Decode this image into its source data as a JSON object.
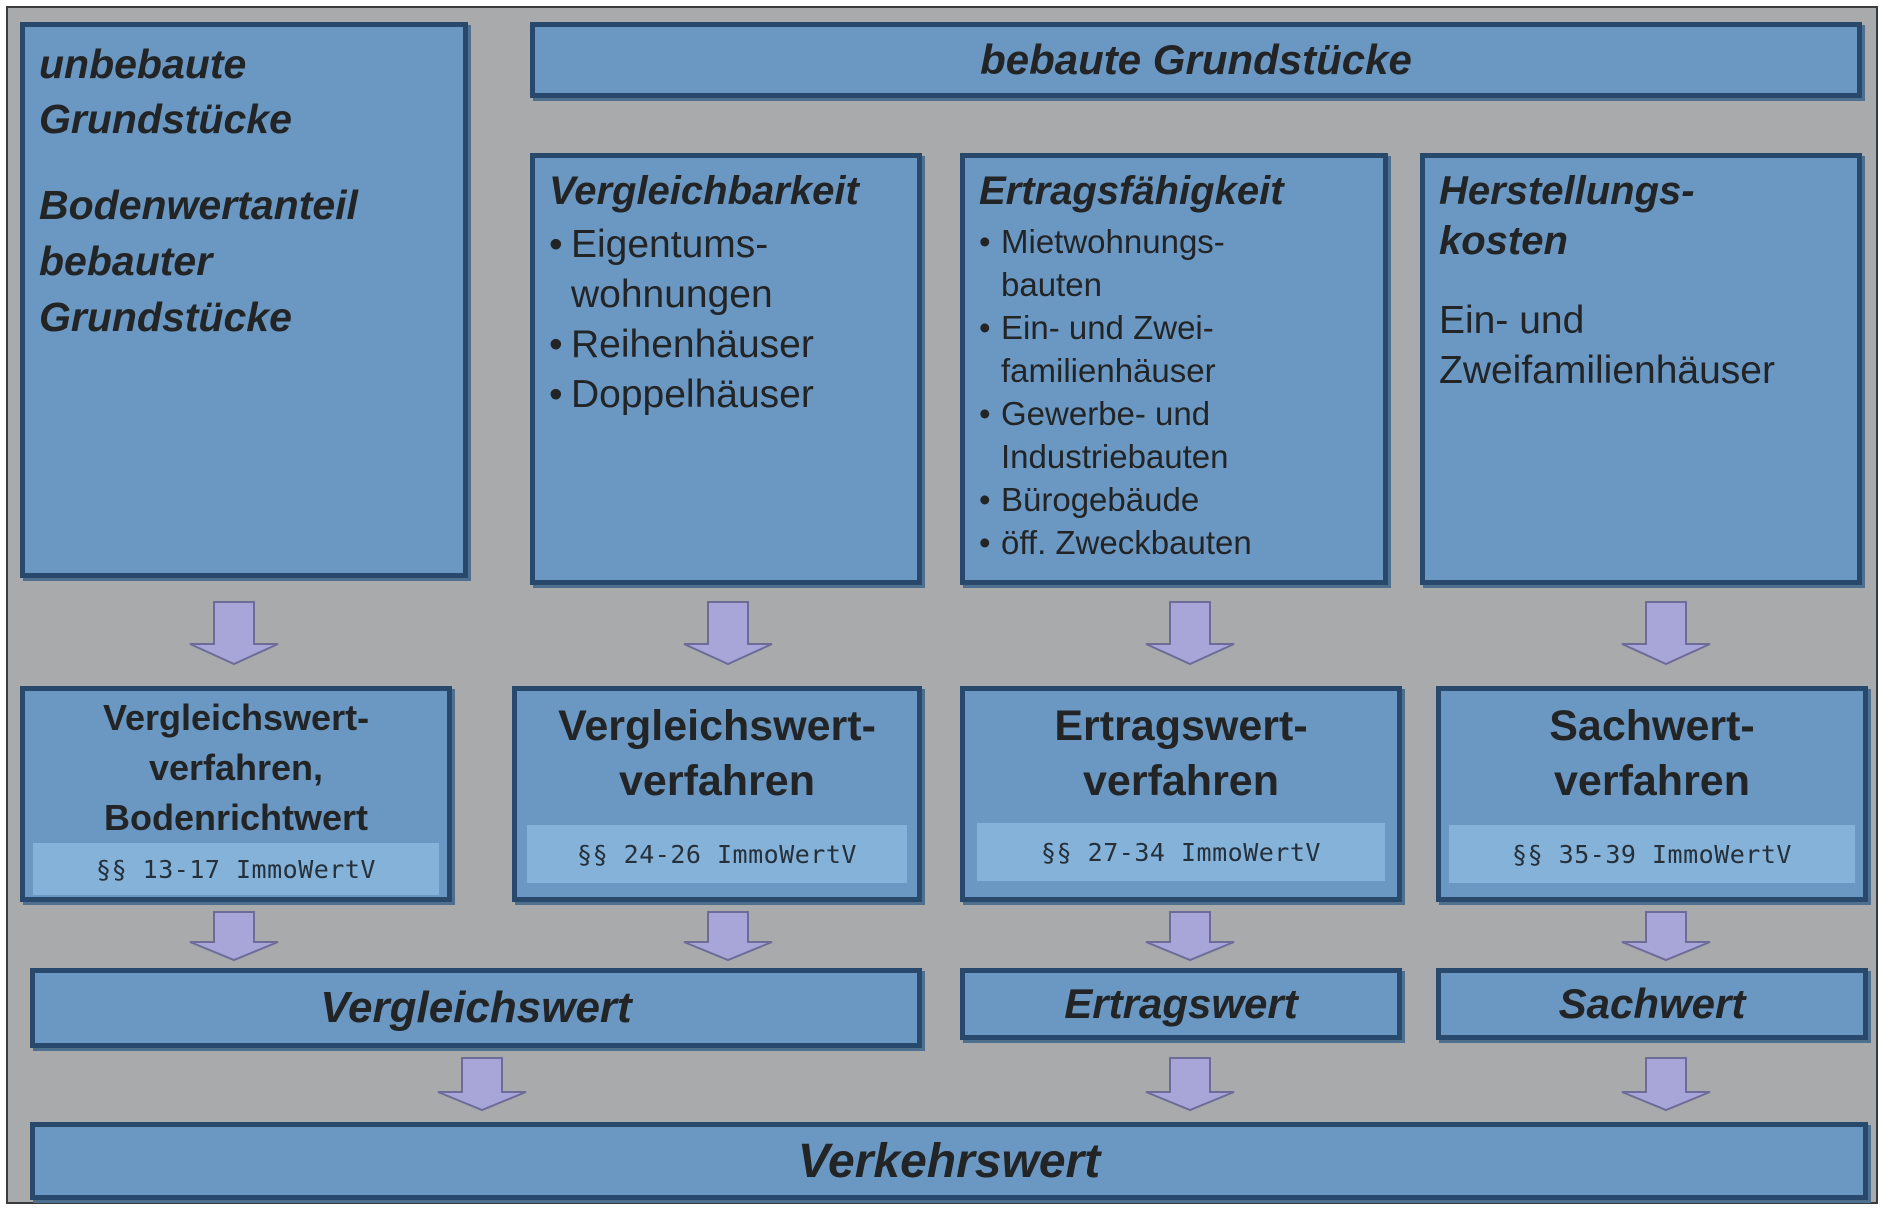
{
  "top_left": {
    "heading": "unbebaute Grundstücke",
    "subheading": "Bodenwertanteil bebauter Grundstücke"
  },
  "top_right_header": "bebaute Grundstücke",
  "criteria": [
    {
      "title": "Vergleichbarkeit",
      "items": [
        "Eigentums-wohnungen",
        "Reihenhäuser",
        "Doppelhäuser"
      ]
    },
    {
      "title": "Ertragsfähigkeit",
      "items": [
        "Mietwohnungs-bauten",
        "Ein- und Zwei-familienhäuser",
        "Gewerbe- und Industriebauten",
        "Bürogebäude",
        "öff. Zweckbauten"
      ]
    },
    {
      "title": "Herstellungs-kosten",
      "body": "Ein- und Zweifamilienhäuser"
    }
  ],
  "methods": [
    {
      "title": "Vergleichswert-verfahren, Bodenrichtwert",
      "paragraphs": "§§ 13-17 ImmoWertV"
    },
    {
      "title": "Vergleichswert-verfahren",
      "paragraphs": "§§ 24-26 ImmoWertV"
    },
    {
      "title": "Ertragswert-verfahren",
      "paragraphs": "§§ 27-34 ImmoWertV"
    },
    {
      "title": "Sachwert-verfahren",
      "paragraphs": "§§ 35-39 ImmoWertV"
    }
  ],
  "results": [
    "Vergleichswert",
    "Ertragswert",
    "Sachwert"
  ],
  "final": "Verkehrswert",
  "colors": {
    "box_fill": "#6b98c2",
    "box_border": "#28496b",
    "paragraph_fill": "#85b2d9",
    "arrow_fill": "#a8a6d8",
    "background": "#a9aaac"
  }
}
